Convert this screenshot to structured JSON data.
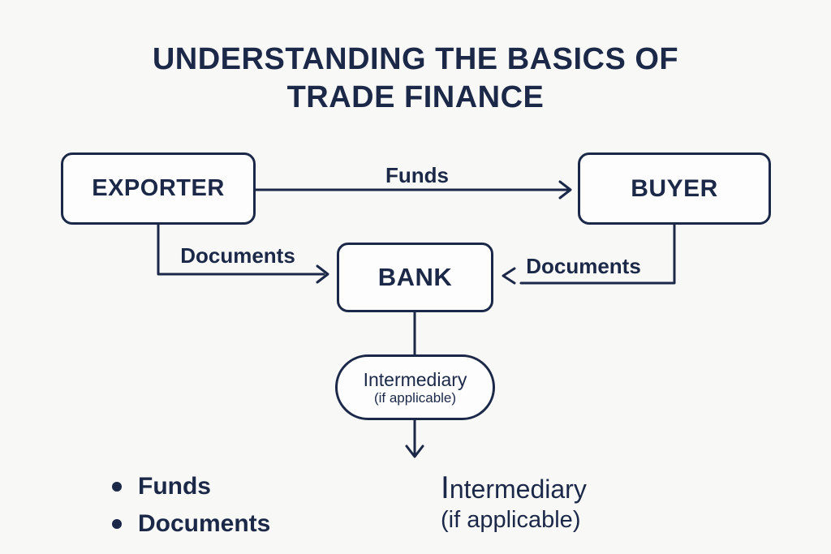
{
  "colors": {
    "background": "#f8f8f7",
    "ink": "#1b2848",
    "node_fill": "#fdfdfd"
  },
  "title": {
    "line1": "UNDERSTANDING THE BASICS OF",
    "line2": "TRADE FINANCE"
  },
  "nodes": {
    "exporter": {
      "label": "EXPORTER"
    },
    "buyer": {
      "label": "BUYER"
    },
    "bank": {
      "label": "BANK"
    },
    "intermediary": {
      "label": "Intermediary",
      "sublabel": "(if applicable)"
    }
  },
  "edges": {
    "funds": {
      "label": "Funds",
      "from": "exporter",
      "to": "buyer",
      "direction": "right"
    },
    "documents_exporter_to_bank": {
      "label": "Documents",
      "from": "exporter",
      "to": "bank",
      "direction": "right"
    },
    "documents_buyer_to_bank": {
      "label": "Documents",
      "from": "buyer",
      "to": "bank",
      "direction": "left"
    },
    "bank_to_intermediary": {
      "from": "bank",
      "to": "intermediary",
      "direction": "down"
    },
    "intermediary_out": {
      "from": "intermediary",
      "direction": "down"
    }
  },
  "legend": {
    "items": [
      "Funds",
      "Documents"
    ]
  },
  "footnote": {
    "label": "Intermediary",
    "sublabel": "(if applicable)"
  }
}
